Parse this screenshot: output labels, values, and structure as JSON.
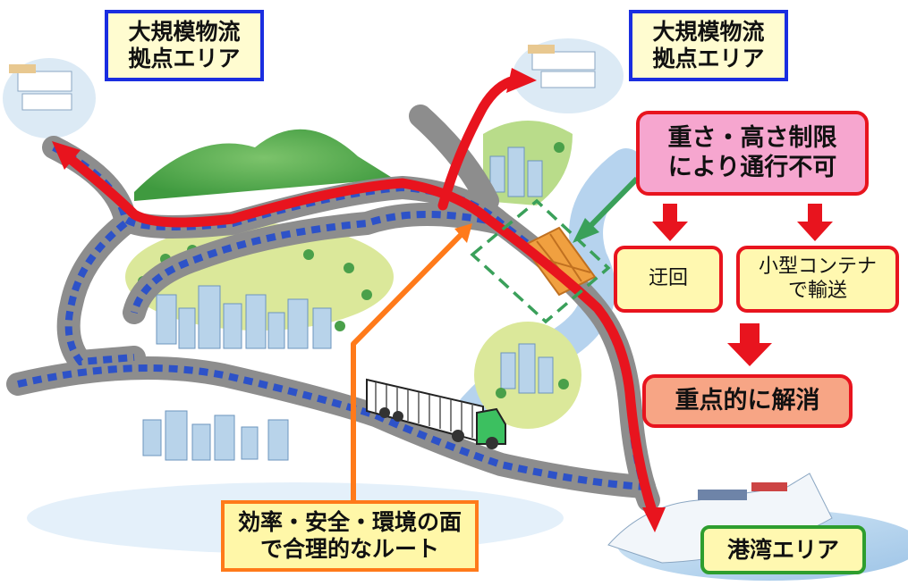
{
  "labels": {
    "hub_left": [
      "大規模物流",
      "拠点エリア"
    ],
    "hub_right": [
      "大規模物流",
      "拠点エリア"
    ],
    "restriction": [
      "重さ・高さ制限",
      "により通行不可"
    ],
    "detour": "迂回",
    "small_container": [
      "小型コンテナ",
      "で輸送"
    ],
    "resolve": "重点的に解消",
    "route": [
      "効率・安全・環境の面",
      "で合理的なルート"
    ],
    "port": "港湾エリア"
  },
  "colors": {
    "route_red": "#e8141e",
    "road_gray": "#8d8d8d",
    "lane_blue": "#2d52c8",
    "hill_green": "#3f9a3f",
    "field_green": "#dbe89a",
    "river_blue": "#a9cbeb",
    "bridge_orange": "#f0a040",
    "route_orange": "#ff7a1a",
    "callout_green": "#3aa05a",
    "hub_border": "#1a2ee0",
    "port_border": "#2e9e2e"
  }
}
